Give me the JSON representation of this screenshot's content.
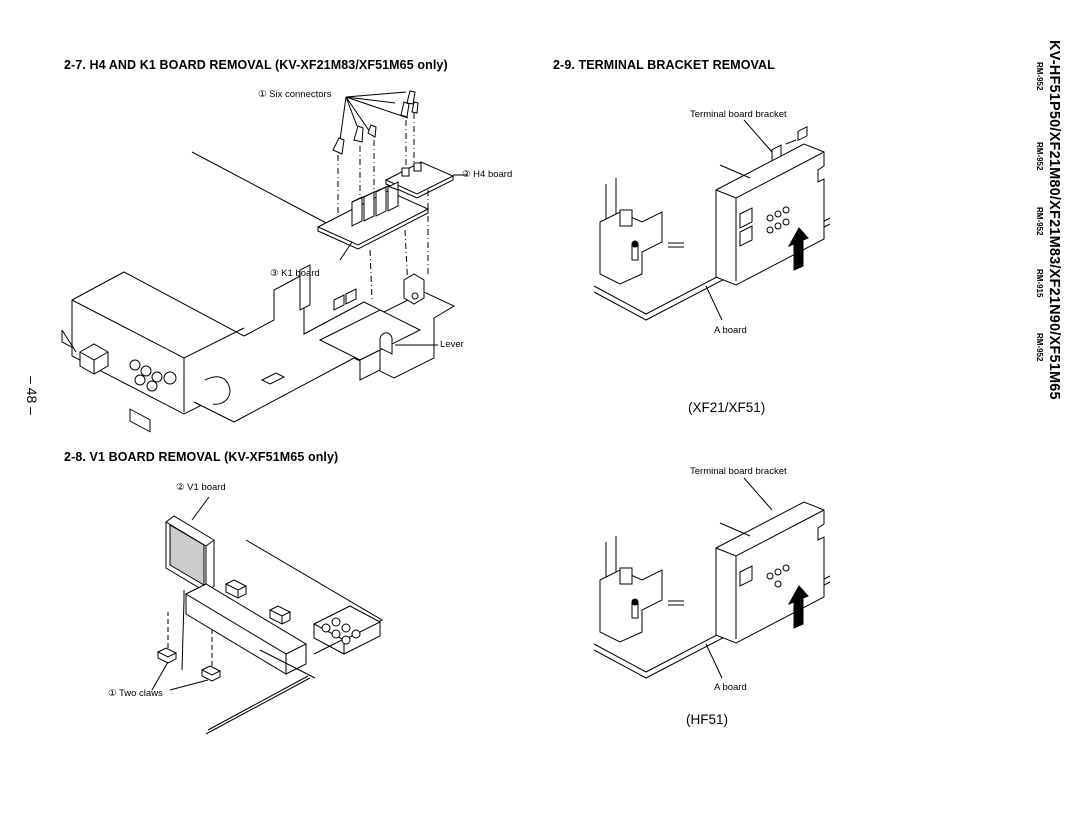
{
  "header": {
    "model_title": "KV-HF51P50/XF21M80/XF21M83/XF21N90/XF51M65",
    "remote_codes": [
      "RM-952",
      "RM-952",
      "RM-952",
      "RM-915",
      "RM-952"
    ]
  },
  "page_number": "– 48 –",
  "sections": {
    "s27": {
      "title": "2-7.  H4 AND K1 BOARD REMOVAL (KV-XF21M83/XF51M65 only)",
      "labels": {
        "six_connectors": "① Six connectors",
        "h4_board": "② H4 board",
        "k1_board": "③ K1 board",
        "lever": "Lever"
      }
    },
    "s28": {
      "title": "2-8.  V1 BOARD REMOVAL (KV-XF51M65 only)",
      "labels": {
        "v1_board": "② V1 board",
        "two_claws": "① Two  claws"
      }
    },
    "s29": {
      "title": "2-9.  TERMINAL BRACKET REMOVAL",
      "top": {
        "bracket": "Terminal board bracket",
        "a_board": "A board",
        "caption": "(XF21/XF51)"
      },
      "bottom": {
        "bracket": "Terminal board bracket",
        "a_board": "A board",
        "caption": "(HF51)"
      }
    }
  }
}
